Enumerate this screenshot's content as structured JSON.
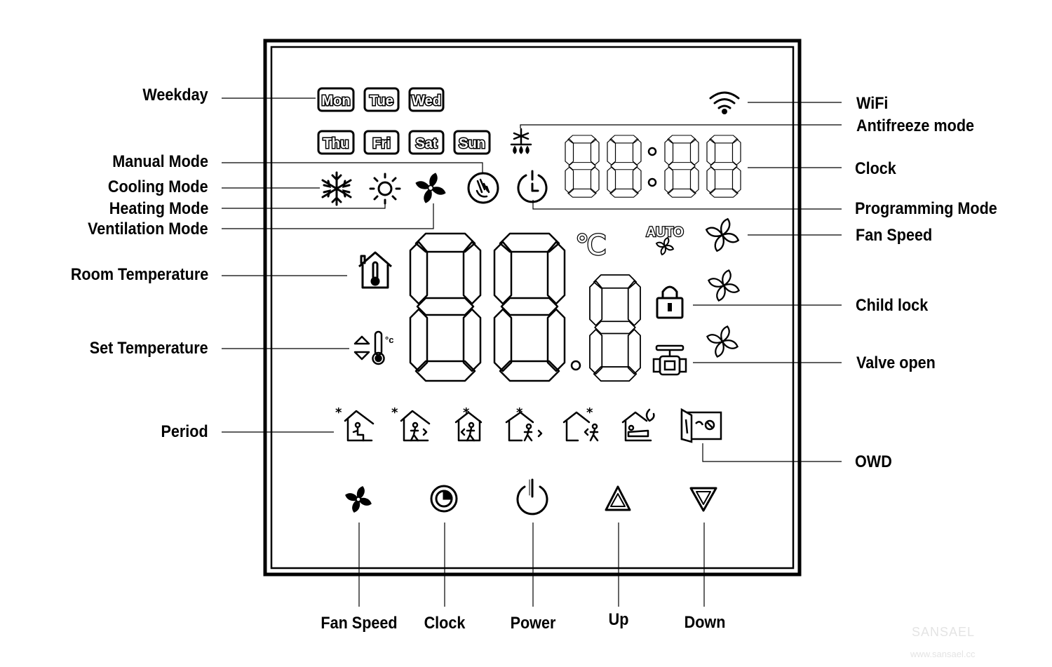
{
  "diagram": {
    "left_labels": {
      "weekday": "Weekday",
      "manual_mode": "Manual Mode",
      "cooling_mode": "Cooling Mode",
      "heating_mode": "Heating Mode",
      "ventilation_mode": "Ventilation Mode",
      "room_temperature": "Room Temperature",
      "set_temperature": "Set Temperature",
      "period": "Period"
    },
    "right_labels": {
      "wifi": "WiFi",
      "antifreeze_mode": "Antifreeze mode",
      "clock": "Clock",
      "programming_mode": "Programming Mode",
      "fan_speed": "Fan Speed",
      "child_lock": "Child lock",
      "valve_open": "Valve open",
      "owd": "OWD"
    },
    "bottom_labels": {
      "fan_speed": "Fan Speed",
      "clock": "Clock",
      "power": "Power",
      "up": "Up",
      "down": "Down"
    },
    "weekdays": [
      "Mon",
      "Tue",
      "Wed",
      "Thu",
      "Fri",
      "Sat",
      "Sun"
    ],
    "temp_unit": "℃",
    "fan_auto": "AUTO"
  },
  "watermark": {
    "brand": "SANSAEL",
    "url": "www.sansael.cc"
  }
}
